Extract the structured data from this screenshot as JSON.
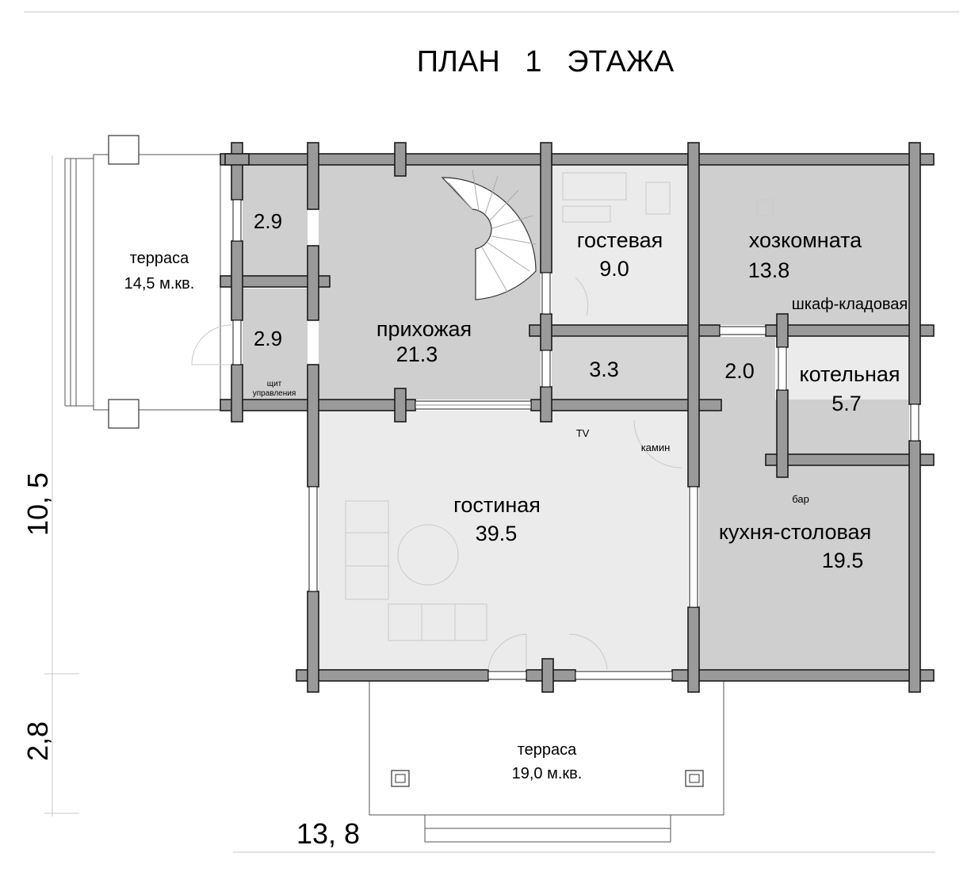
{
  "title": "ПЛАН   1   ЭТАЖА",
  "dimensions": {
    "height_main": "10, 5",
    "height_terrace": "2,8",
    "width": "13, 8"
  },
  "rooms": {
    "terrace_left": {
      "name": "терраса",
      "area": "14,5 м.кв."
    },
    "small_upper": {
      "area": "2.9"
    },
    "small_lower": {
      "area": "2.9"
    },
    "panel": {
      "line1": "щит",
      "line2": "управления"
    },
    "hall": {
      "name": "прихожая",
      "area": "21.3"
    },
    "guest": {
      "name": "гостевая",
      "area": "9.0"
    },
    "utility": {
      "name": "хозкомната",
      "area": "13.8"
    },
    "closet": {
      "name": "шкаф-кладовая"
    },
    "bath": {
      "area": "3.3"
    },
    "corridor": {
      "area": "2.0"
    },
    "boiler": {
      "name": "котельная",
      "area": "5.7"
    },
    "living": {
      "name": "гостиная",
      "area": "39.5"
    },
    "kitchen": {
      "name": "кухня-столовая",
      "area": "19.5"
    },
    "terrace_bottom": {
      "name": "терраса",
      "area": "19,0 м.кв."
    }
  },
  "annotations": {
    "tv": "TV",
    "fireplace": "камин",
    "bar": "бар"
  },
  "colors": {
    "room_dark": "#cfcfcf",
    "room_medium": "#d6d6d6",
    "room_light": "#ebebeb",
    "wall": "#9a9a9a",
    "outline": "#1c1c1c"
  }
}
